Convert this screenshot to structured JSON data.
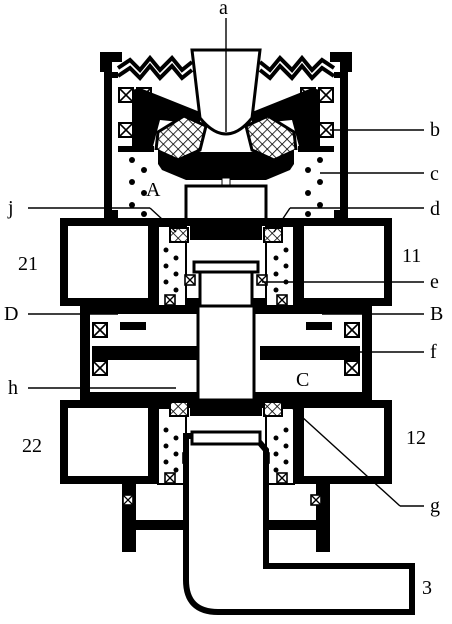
{
  "labels": {
    "a": "a",
    "b": "b",
    "c": "c",
    "d": "d",
    "e": "e",
    "f": "f",
    "g": "g",
    "h": "h",
    "j": "j",
    "A": "A",
    "B": "B",
    "C": "C",
    "D": "D",
    "p21": "21",
    "p11": "11",
    "p22": "22",
    "p12": "12",
    "p3": "3"
  },
  "colors": {
    "ink": "#000000",
    "paper": "#ffffff"
  }
}
